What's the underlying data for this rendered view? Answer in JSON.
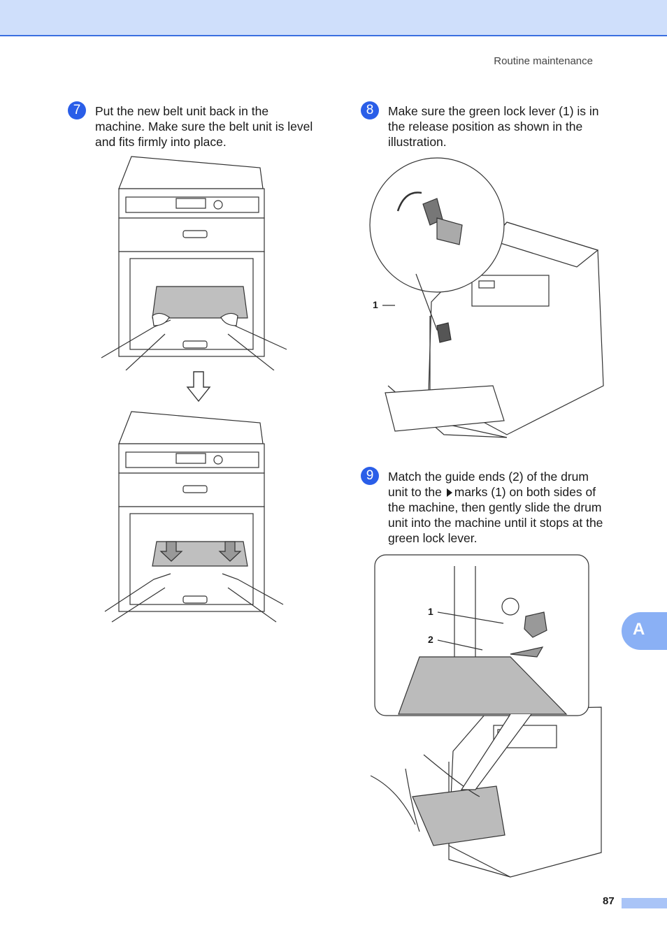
{
  "header": {
    "running_head": "Routine maintenance"
  },
  "steps": [
    {
      "number": "7",
      "text": "Put the new belt unit back in the\nmachine. Make sure the belt unit is level\nand fits firmly into place."
    },
    {
      "number": "8",
      "text": "Make sure the green lock lever (1) is in\nthe release position as shown in the\nillustration."
    },
    {
      "number": "9",
      "line1": "Match the guide ends (2) of the drum",
      "line2_before": "unit to the",
      "line2_after": "marks (1) on both sides of",
      "rest": "the machine, then gently slide the drum\nunit into the machine until it stops at the\ngreen lock lever."
    }
  ],
  "figures": {
    "step8_callout": "1",
    "step9_callout_1": "1",
    "step9_callout_2": "2"
  },
  "side_tab": {
    "label": "A"
  },
  "footer": {
    "page_number": "87"
  },
  "colors": {
    "header_band": "#cfdffb",
    "header_rule": "#3a6fe0",
    "step_badge": "#2a5ee8",
    "side_tab": "#8ab0f5",
    "page_bar": "#a9c4f7"
  }
}
